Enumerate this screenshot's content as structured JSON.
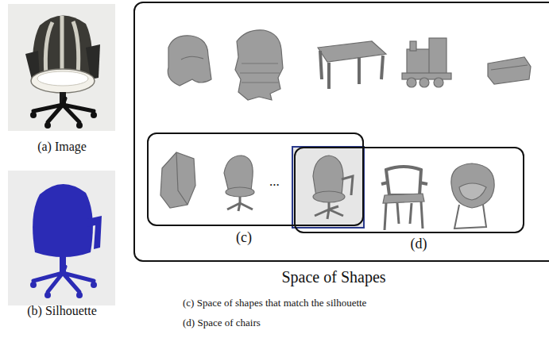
{
  "diagram": {
    "nodes": [
      {
        "text": [
          "Space of Shapes"
        ]
      },
      {
        "text": [
          "(c)"
        ],
        "in": 0
      },
      {
        "text": [
          "(d)"
        ],
        "in": 0
      }
    ],
    "labels": [
      "(a) Image",
      "(b) Silhouette",
      "...",
      "(c) Space of shapes that match the silhouette",
      "(d) Space of chairs"
    ]
  }
}
